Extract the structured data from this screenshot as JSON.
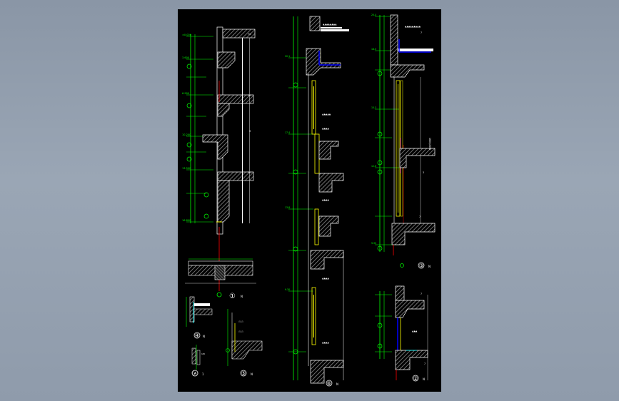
{
  "drawing": {
    "background": "#000000",
    "viewport_gradient": [
      "#8a96a6",
      "#9aa6b5"
    ],
    "colors": {
      "dimension": "#00ff00",
      "wall_outline": "#ffffff",
      "hatch": "#808080",
      "window": "#ffff00",
      "flashing": "#0000ff",
      "leader": "#ff0000",
      "accent_cyan": "#00ffff",
      "accent_magenta": "#ff00ff"
    },
    "details": [
      {
        "id": "1",
        "label": "①",
        "suffix": "N"
      },
      {
        "id": "2",
        "label": "②",
        "suffix": "N"
      },
      {
        "id": "3",
        "label": "③",
        "suffix": "N"
      },
      {
        "id": "4",
        "label": "④",
        "suffix": "N"
      },
      {
        "id": "5",
        "label": "⑤",
        "suffix": "N"
      },
      {
        "id": "6",
        "label": "⑥",
        "suffix": "N"
      },
      {
        "id": "A",
        "label": "Ⓐ",
        "suffix": "1"
      }
    ]
  }
}
